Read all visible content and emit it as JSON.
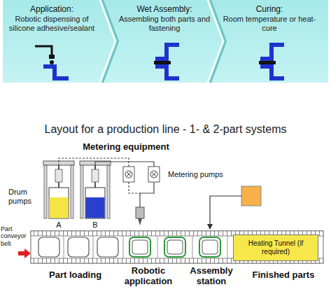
{
  "diagram": {
    "title": "Layout for a production line - 1- & 2-part systems",
    "nodes": [
      {
        "text": [
          "Application:",
          "Robotic dispensing of silicone adhesive/sealant"
        ]
      },
      {
        "text": [
          "Wet Assembly:",
          "Assembling both parts and fastening"
        ]
      },
      {
        "text": [
          "Curing:",
          "Room temperature or heat-cure"
        ]
      },
      {
        "text": [
          "Heating Tunnel (if required)"
        ]
      }
    ],
    "labels": [
      "Metering equipment",
      "Metering pumps",
      "Drum pumps",
      "A",
      "B",
      "Part conveyor belt",
      "Part loading",
      "Robotic application",
      "Assembly station",
      "Finished parts"
    ]
  }
}
